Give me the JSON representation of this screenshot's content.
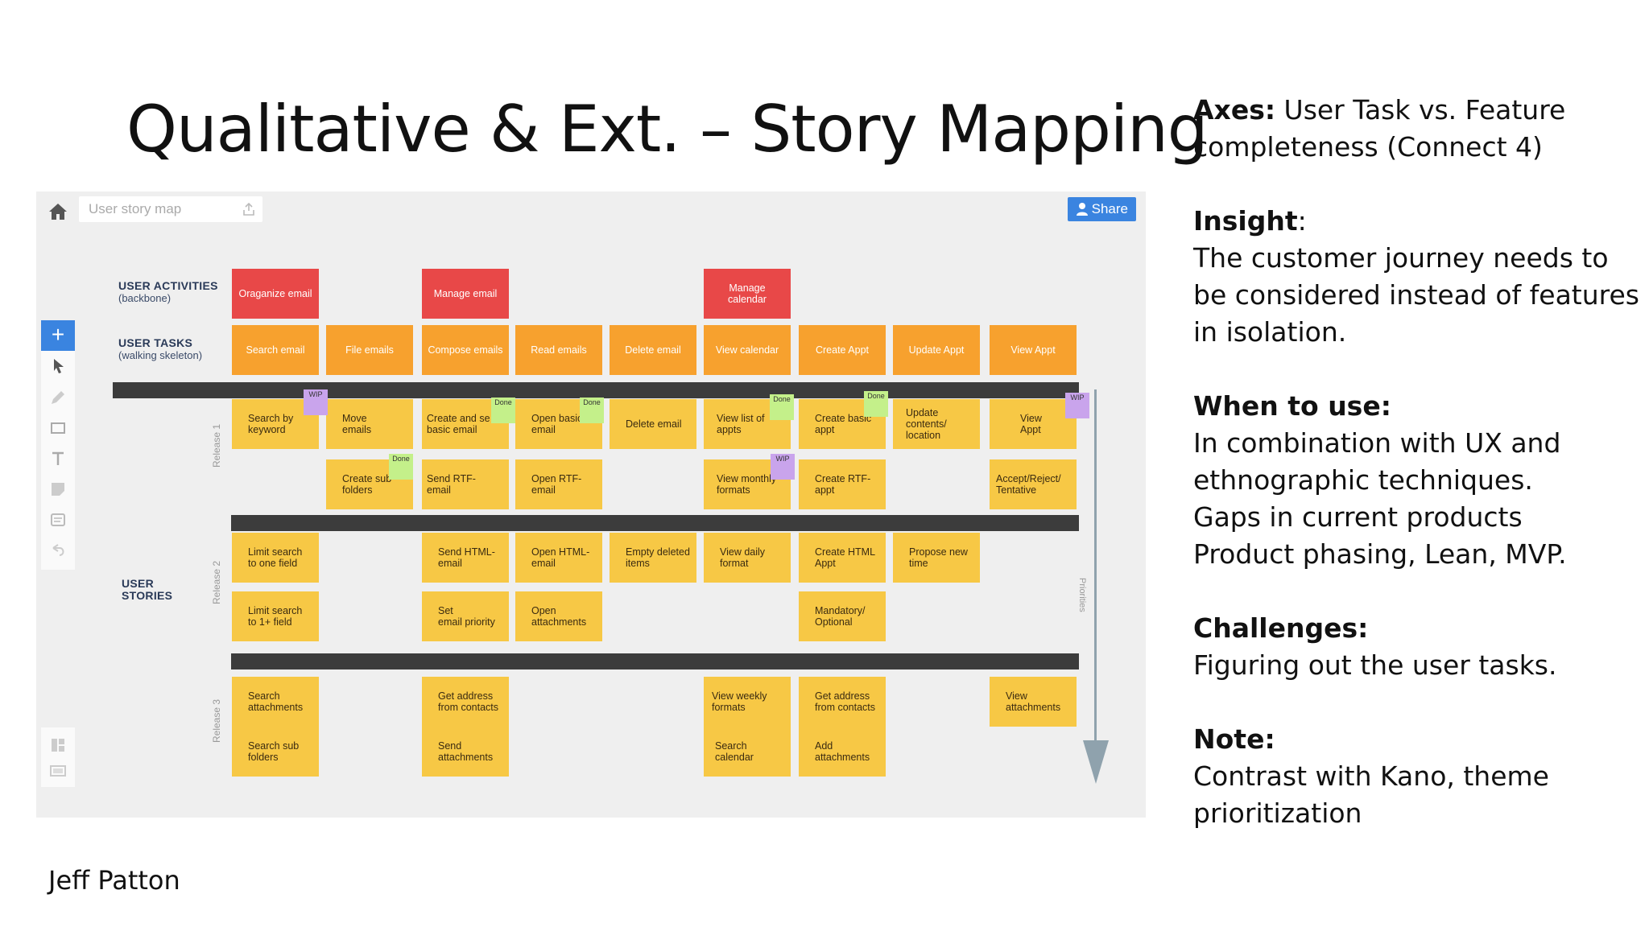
{
  "slide": {
    "title": "Qualitative & Ext. – Story Mapping",
    "author": "Jeff Patton"
  },
  "notes": {
    "axes_label": "Axes:",
    "axes_text": " User Task vs. Feature completeness (Connect 4)",
    "insight_label": "Insight",
    "insight_colon": ":",
    "insight_text": "The customer journey needs to be considered instead of features in isolation.",
    "when_label": "When to use:",
    "when_lines": [
      "In combination with UX and ethnographic techniques.",
      "Gaps in current products",
      "Product phasing, Lean, MVP."
    ],
    "challenges_label": "Challenges:",
    "challenges_text": "Figuring out the user tasks.",
    "note_label": "Note:",
    "note_text": "Contrast with Kano, theme prioritization"
  },
  "app": {
    "doc_name": "User story map",
    "share_label": "Share",
    "add_tool": "+",
    "labels": {
      "activities": "USER ACTIVITIES",
      "activities_sub": "(backbone)",
      "tasks": "USER TASKS",
      "tasks_sub": "(walking skeleton)",
      "stories_1": "USER",
      "stories_2": "STORIES"
    },
    "releases": [
      "Release 1",
      "Release 2",
      "Release 3"
    ],
    "priorities_label": "Priorities",
    "colors": {
      "activity": "#e84848",
      "task": "#f7a12e",
      "story": "#f7c845",
      "done": "#c4f08a",
      "wip": "#c9a4ec",
      "share": "#3a84e0"
    },
    "activities": [
      "Oraganize email",
      "Manage email",
      "Manage\ncalendar"
    ],
    "tasks": [
      "Search email",
      "File emails",
      "Compose emails",
      "Read emails",
      "Delete email",
      "View calendar",
      "Create Appt",
      "Update Appt",
      "View Appt"
    ],
    "release1": [
      "Search by\nkeyword",
      "Move\nemails",
      "Create and se\nbasic email",
      "Open basic\nemail",
      "Delete email",
      "View list of\nappts",
      "Create basic\nappt",
      "Update\ncontents/\nlocation",
      "View\nAppt",
      "Create sub\nfolders",
      "Send RTF-\nemail",
      "Open RTF-\nemail",
      "View monthly\nformats",
      "Create RTF-\nappt",
      "Accept/Reject/\nTentative"
    ],
    "release2": [
      "Limit search\nto one field",
      "Send HTML-\nemail",
      "Open HTML-\nemail",
      "Empty deleted\nitems",
      "View daily\nformat",
      "Create HTML\nAppt",
      "Propose new\ntime",
      "Limit search\nto 1+ field",
      "Set\nemail priority",
      "Open\nattachments",
      "Mandatory/\nOptional"
    ],
    "release3": [
      "Search\nattachments",
      "Get address\nfrom contacts",
      "View weekly\nformats",
      "Get address\nfrom contacts",
      "View\nattachments",
      "Search sub\nfolders",
      "Send\nattachments",
      "Search\ncalendar",
      "Add\nattachments"
    ],
    "stickies": [
      "WIP",
      "Done",
      "Done",
      "Done",
      "Done",
      "WIP",
      "Done",
      "WIP"
    ]
  }
}
